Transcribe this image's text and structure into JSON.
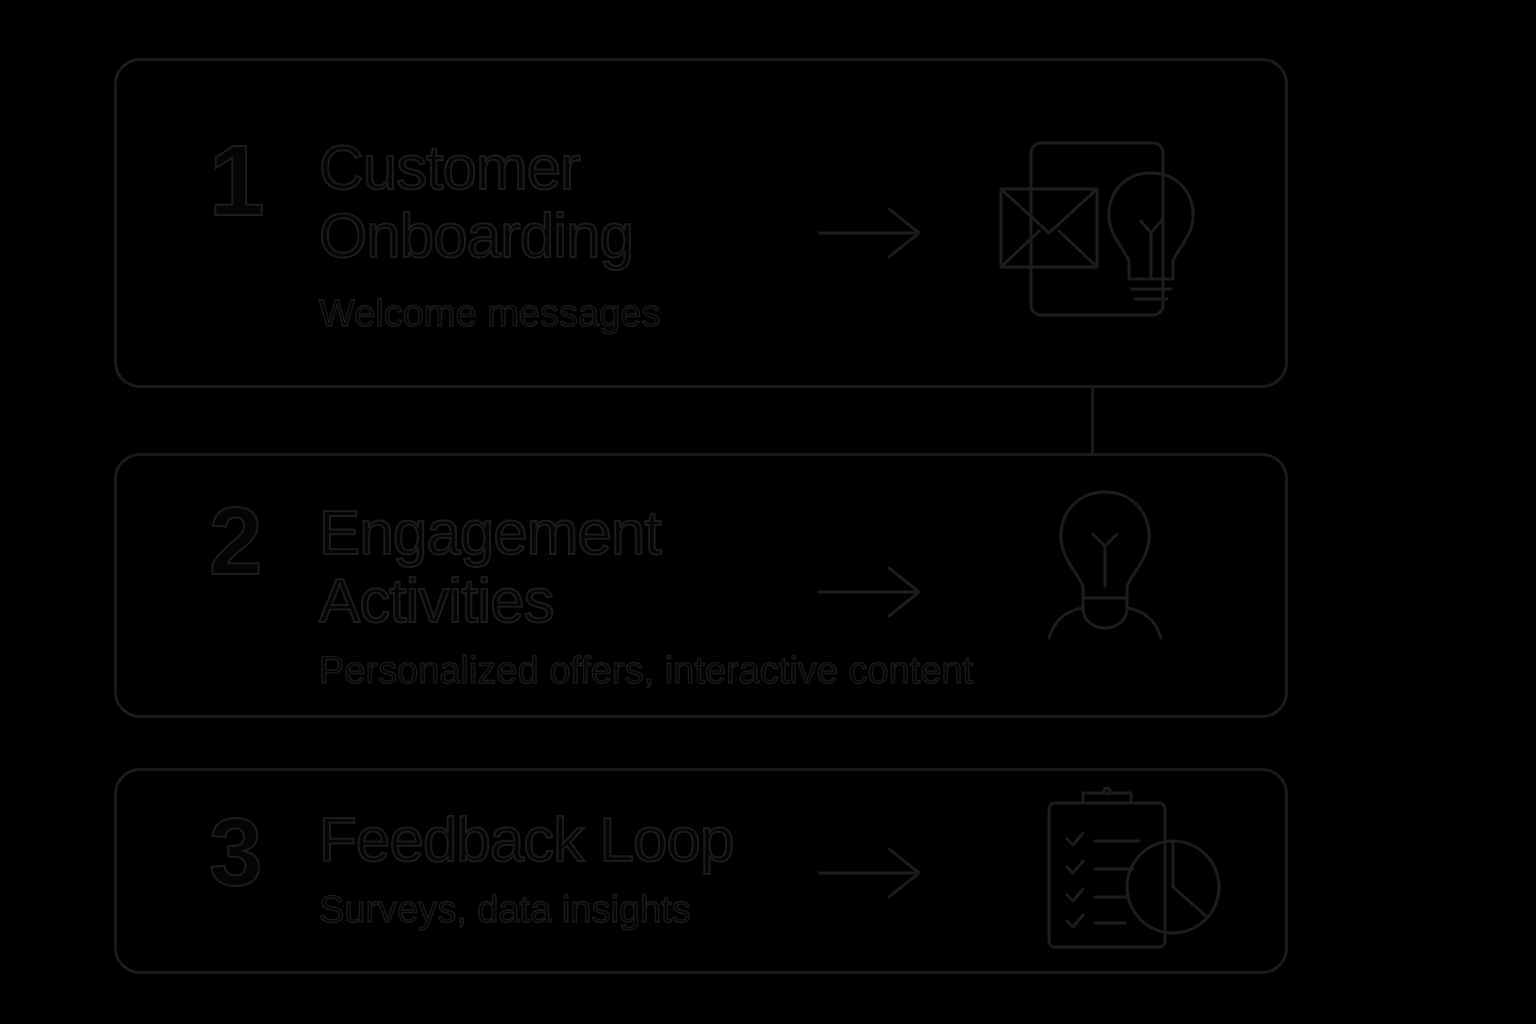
{
  "steps": [
    {
      "number": "1",
      "title": "Customer Onboarding",
      "subtitle": "Welcome messages",
      "icon": "envelope-lightbulb-icon"
    },
    {
      "number": "2",
      "title": "Engagement Activities",
      "subtitle": "Personalized offers, interactive content",
      "icon": "lightbulb-person-icon"
    },
    {
      "number": "3",
      "title": "Feedback Loop",
      "subtitle": "Surveys, data insights",
      "icon": "clipboard-chart-icon"
    }
  ],
  "colors": {
    "background": "#000000",
    "outline": "#1b1b1b",
    "text": "#050505"
  }
}
